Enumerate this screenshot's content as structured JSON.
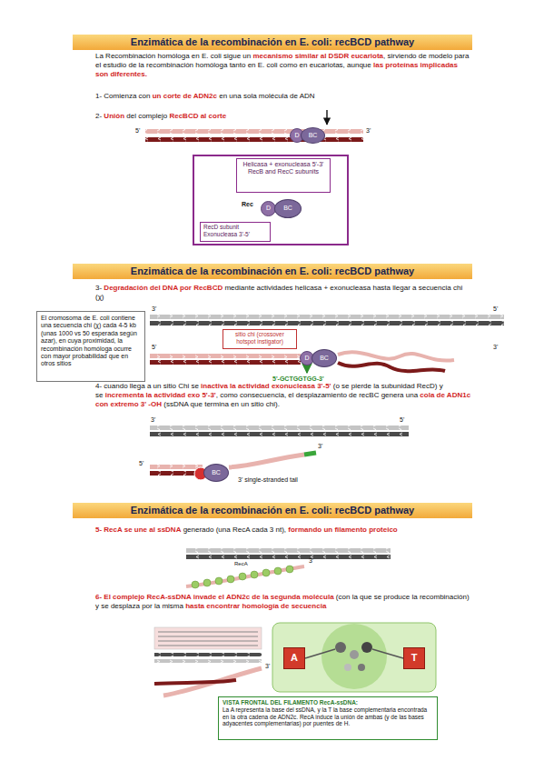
{
  "diagram": {
    "title": "Enzimática de la recombinación en E. coli: recBCD pathway",
    "nodes": [
      {
        "text": [
          "D"
        ]
      },
      {
        "text": [
          "BC"
        ]
      },
      {
        "text": [
          "Rec"
        ]
      },
      {
        "text": [
          "Helicasa + exonucleasa 5'-3' RecB and RecC subunits"
        ],
        "in": 2
      },
      {
        "text": [
          "D"
        ],
        "in": 2
      },
      {
        "text": [
          "BC"
        ],
        "in": 2
      },
      {
        "text": [
          "RecD subunit Exonucleasa 3'-5'"
        ],
        "in": 2
      },
      {
        "text": [
          "El cromosoma de E. coli contiene una secuencia chi (χ) cada 4-5 kb (unas 1000 vs 50 esperada según azar), en cuya proximidad, la recombinación homóloga ocurre con mayor probabilidad que en otros sitios"
        ]
      },
      {
        "text": [
          "sitio chi (crossover hotspot instigator)"
        ]
      },
      {
        "text": [
          "D"
        ]
      },
      {
        "text": [
          "BC"
        ]
      },
      {
        "text": [
          "BC"
        ]
      },
      {
        "text": [
          "A"
        ]
      },
      {
        "text": [
          "T"
        ]
      },
      {
        "text": [
          "VISTA FRONTAL DEL FILAMENTO RecA-ssDNA:",
          "La A representa la base del ssDNA, y la T la base complementaria encontrada en la otra cadena de ADN2c. RecA induce la unión de ambas (y de las bases adyacentes complementarias) por puentes de H."
        ]
      }
    ],
    "edges": [
      {
        "from": 3,
        "to": 5,
        "arrow": "none"
      },
      {
        "from": 6,
        "to": 4,
        "arrow": "none"
      }
    ],
    "labels": [
      "Enzimática de la recombinación en E. coli: recBCD pathway",
      "Enzimática de la recombinación en E. coli: recBCD pathway",
      "La Recombinación homóloga en E. coli sigue un",
      "mecanismo similar al DSDR eucariota",
      ", sirviendo de modelo para el estudio de la recombinación homóloga tanto en E. coli como en eucariotas, aunque",
      "las proteínas implicadas son diferentes.",
      "1- Comienza con",
      "un corte de ADN2c",
      "en una sola molécula de ADN",
      "2-",
      "Unión",
      "del complejo",
      "RecBCD al corte",
      "5'",
      "3'",
      "3-",
      "Degradación del DNA por RecBCD",
      "mediante actividades helicasa + exonucleasa hasta llegar a secuencia chi (χ)",
      "3'",
      "5'",
      "5'",
      "3'",
      "5'-GCTGGTGG-3'",
      "4- cuando llega a un sitio Chi se",
      "inactiva la actividad exonucleasa 3'-5'",
      "(o se pierde la subunidad RecD) y se",
      "incrementa la actividad exo 5'-3'",
      ", como consecuencia, el desplazamiento de recBC genera una",
      "cola de ADN1c con extremo 3' -OH",
      "(ssDNA que termina en un sitio chi).",
      "3'",
      "5'",
      "3'",
      "5'",
      "3' single-stranded tail",
      "5- RecA se une al ssDNA",
      "generado (una RecA cada 3 nt),",
      "formando un filamento proteico",
      "RecA",
      "3'",
      "6- El complejo RecA-ssDNA invade el ADN2c de la segunda molécula",
      "(con la que se produce la recombinación) y se desplaza por la misma",
      "hasta encontrar homología de secuencia",
      "3'"
    ]
  }
}
